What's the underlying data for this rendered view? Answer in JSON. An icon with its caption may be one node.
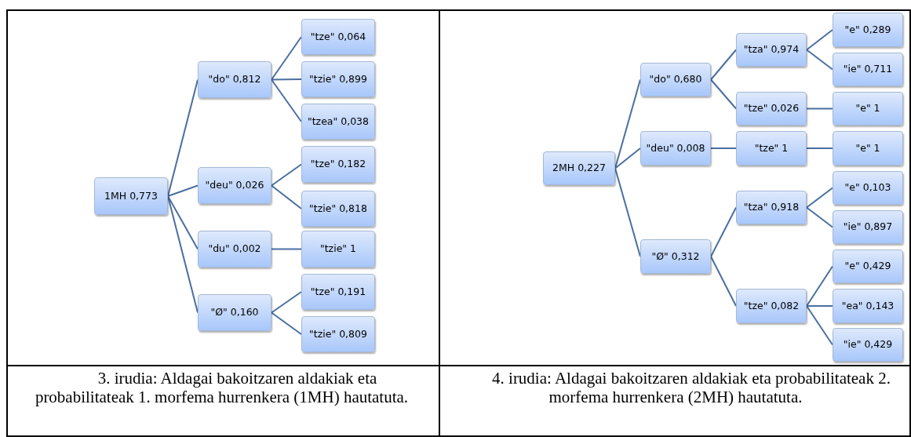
{
  "diagram": {
    "nodes": [
      {
        "text": [
          "1MH 0,773"
        ]
      },
      {
        "text": [
          "\"do\" 0,812"
        ]
      },
      {
        "text": [
          "\"tze\" 0,064"
        ]
      },
      {
        "text": [
          "\"tzie\" 0,899"
        ]
      },
      {
        "text": [
          "\"tzea\" 0,038"
        ]
      },
      {
        "text": [
          "\"deu\" 0,026"
        ]
      },
      {
        "text": [
          "\"tze\" 0,182"
        ]
      },
      {
        "text": [
          "\"tzie\" 0,818"
        ]
      },
      {
        "text": [
          "\"du\" 0,002"
        ]
      },
      {
        "text": [
          "\"tzie\" 1"
        ]
      },
      {
        "text": [
          "\"Ø\" 0,160"
        ]
      },
      {
        "text": [
          "\"tze\" 0,191"
        ]
      },
      {
        "text": [
          "\"tzie\" 0,809"
        ]
      },
      {
        "text": [
          "2MH 0,227"
        ]
      },
      {
        "text": [
          "\"do\" 0,680"
        ]
      },
      {
        "text": [
          "\"tza\" 0,974"
        ]
      },
      {
        "text": [
          "\"e\" 0,289"
        ]
      },
      {
        "text": [
          "\"ie\" 0,711"
        ]
      },
      {
        "text": [
          "\"tze\" 0,026"
        ]
      },
      {
        "text": [
          "\"e\" 1"
        ]
      },
      {
        "text": [
          "\"deu\" 0,008"
        ]
      },
      {
        "text": [
          "\"tze\" 1"
        ]
      },
      {
        "text": [
          "\"e\" 1"
        ]
      },
      {
        "text": [
          "\"Ø\" 0,312"
        ]
      },
      {
        "text": [
          "\"tza\" 0,918"
        ]
      },
      {
        "text": [
          "\"e\" 0,103"
        ]
      },
      {
        "text": [
          "\"ie\" 0,897"
        ]
      },
      {
        "text": [
          "\"tze\" 0,082"
        ]
      },
      {
        "text": [
          "\"e\" 0,429"
        ]
      },
      {
        "text": [
          "\"ea\" 0,143"
        ]
      },
      {
        "text": [
          "\"ie\" 0,429"
        ]
      }
    ],
    "edges": [
      {
        "from": 0,
        "to": 1,
        "arrow": "none"
      },
      {
        "from": 1,
        "to": 2,
        "arrow": "none"
      },
      {
        "from": 1,
        "to": 3,
        "arrow": "none"
      },
      {
        "from": 1,
        "to": 4,
        "arrow": "none"
      },
      {
        "from": 0,
        "to": 5,
        "arrow": "none"
      },
      {
        "from": 5,
        "to": 6,
        "arrow": "none"
      },
      {
        "from": 5,
        "to": 7,
        "arrow": "none"
      },
      {
        "from": 0,
        "to": 8,
        "arrow": "none"
      },
      {
        "from": 8,
        "to": 9,
        "arrow": "none"
      },
      {
        "from": 0,
        "to": 10,
        "arrow": "none"
      },
      {
        "from": 10,
        "to": 11,
        "arrow": "none"
      },
      {
        "from": 10,
        "to": 12,
        "arrow": "none"
      },
      {
        "from": 13,
        "to": 14,
        "arrow": "none"
      },
      {
        "from": 14,
        "to": 15,
        "arrow": "none"
      },
      {
        "from": 15,
        "to": 16,
        "arrow": "none"
      },
      {
        "from": 15,
        "to": 17,
        "arrow": "none"
      },
      {
        "from": 14,
        "to": 18,
        "arrow": "none"
      },
      {
        "from": 18,
        "to": 19,
        "arrow": "none"
      },
      {
        "from": 13,
        "to": 20,
        "arrow": "none"
      },
      {
        "from": 20,
        "to": 21,
        "arrow": "none"
      },
      {
        "from": 21,
        "to": 22,
        "arrow": "none"
      },
      {
        "from": 13,
        "to": 23,
        "arrow": "none"
      },
      {
        "from": 23,
        "to": 24,
        "arrow": "none"
      },
      {
        "from": 24,
        "to": 25,
        "arrow": "none"
      },
      {
        "from": 24,
        "to": 26,
        "arrow": "none"
      },
      {
        "from": 23,
        "to": 27,
        "arrow": "none"
      },
      {
        "from": 27,
        "to": 28,
        "arrow": "none"
      },
      {
        "from": 27,
        "to": 29,
        "arrow": "none"
      },
      {
        "from": 27,
        "to": 30,
        "arrow": "none"
      }
    ],
    "labels": [
      "3. irudia: Aldagai bakoitzaren aldakiak eta probabilitateak 1. morfema hurrenkera (1MH) hautatuta.",
      "4. irudia: Aldagai bakoitzaren aldakiak eta probabilitateak 2. morfema hurrenkera (2MH) hautatuta."
    ]
  }
}
